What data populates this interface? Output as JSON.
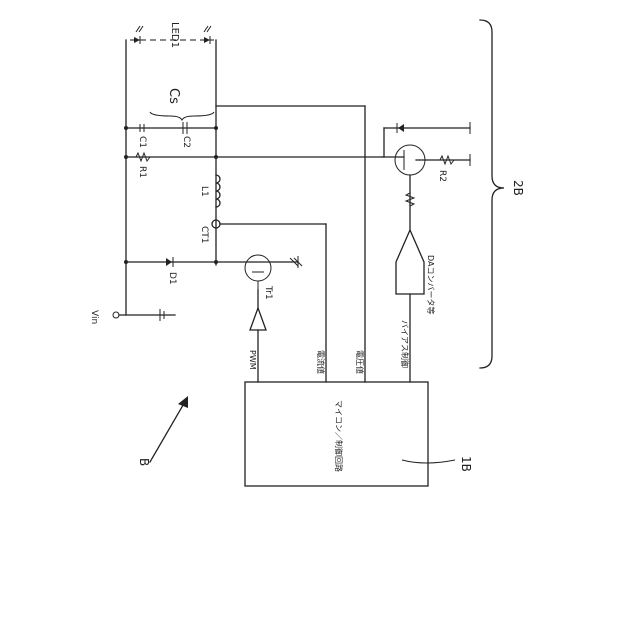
{
  "labels": {
    "led": "LED1",
    "cs": "Cs",
    "c1": "C1",
    "c2": "C2",
    "r1": "R1",
    "l1": "L1",
    "ct1": "CT1",
    "d1": "D1",
    "tr1": "Tr1",
    "vin": "Vin",
    "r2": "R2",
    "pwm": "PWM",
    "current_detect": "電流値",
    "voltage_detect": "電圧値",
    "bias_control": "バイアス制御",
    "dac": "DAコンバータ等",
    "micro": "マイコン／制御回路",
    "ref_2b": "2B",
    "ref_1b": "1B",
    "ref_b": "B"
  }
}
